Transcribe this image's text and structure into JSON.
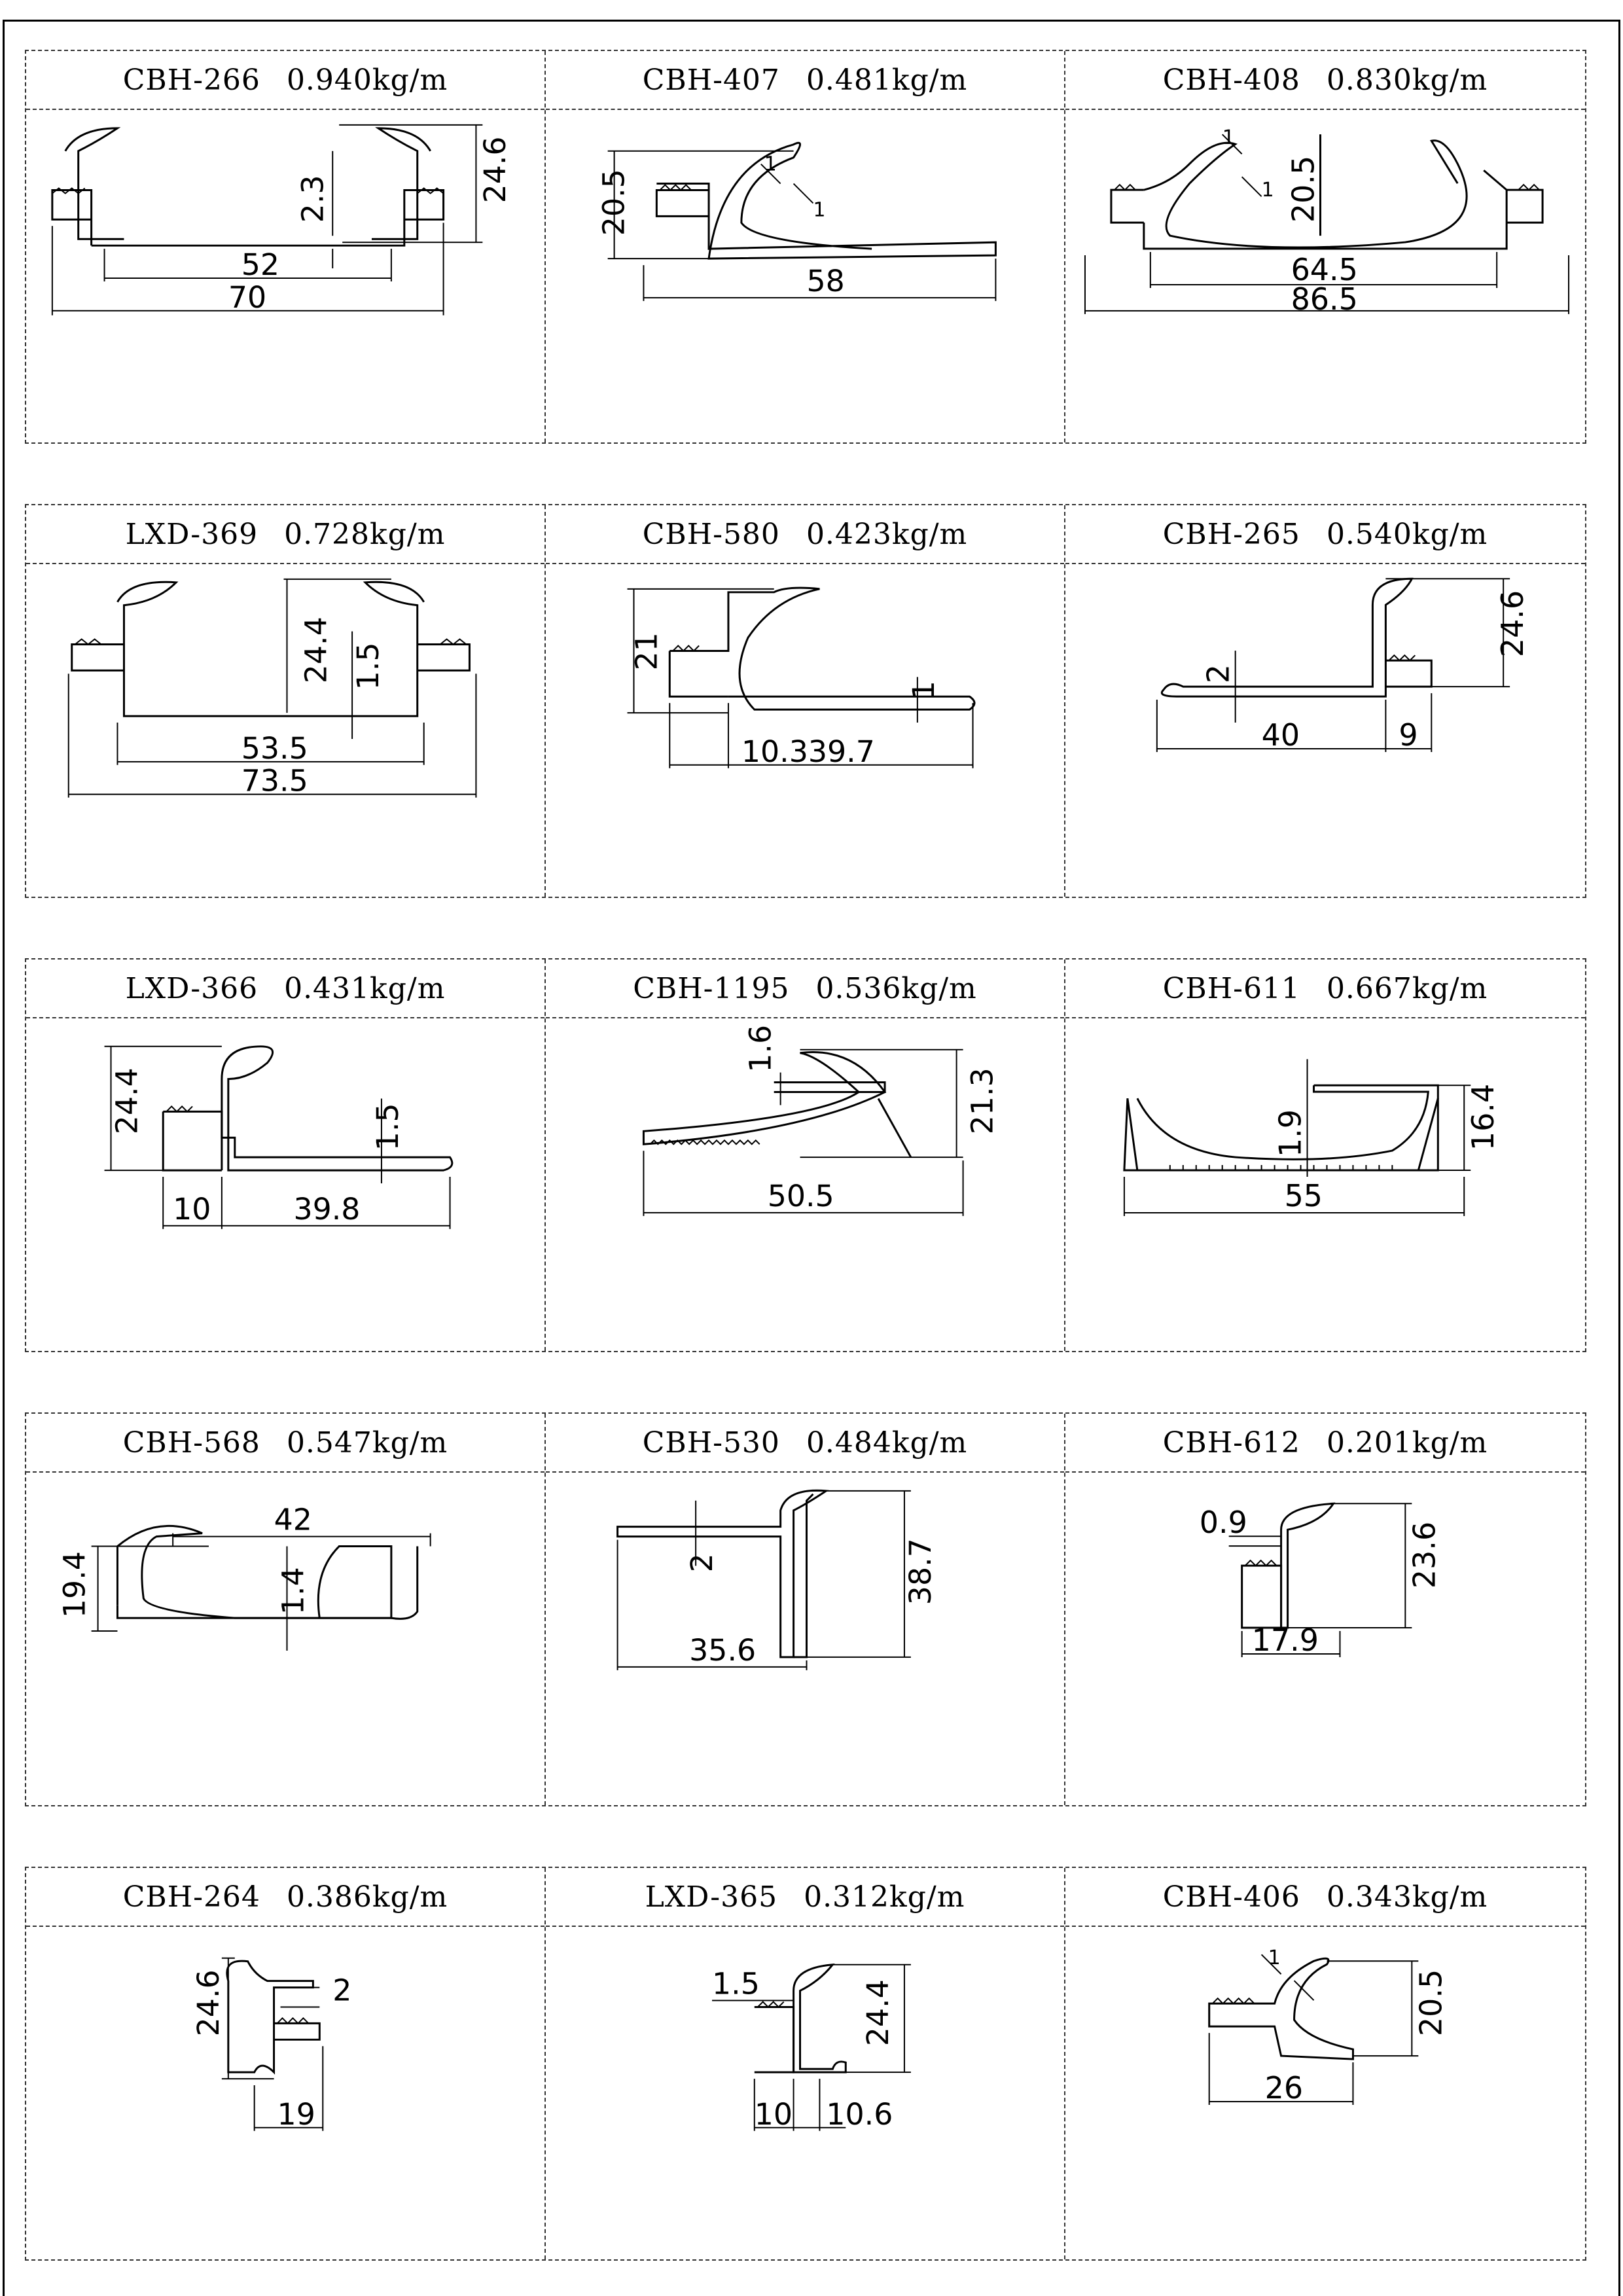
{
  "profiles": [
    {
      "code": "CBH-266",
      "weight": "0.940kg/m",
      "dims": [
        "52",
        "70",
        "2.3",
        "24.6"
      ]
    },
    {
      "code": "CBH-407",
      "weight": "0.481kg/m",
      "dims": [
        "20.5",
        "58",
        "1",
        "1"
      ]
    },
    {
      "code": "CBH-408",
      "weight": "0.830kg/m",
      "dims": [
        "20.5",
        "64.5",
        "86.5",
        "1",
        "1"
      ]
    },
    {
      "code": "LXD-369",
      "weight": "0.728kg/m",
      "dims": [
        "24.4",
        "1.5",
        "53.5",
        "73.5"
      ]
    },
    {
      "code": "CBH-580",
      "weight": "0.423kg/m",
      "dims": [
        "21",
        "1",
        "10.339.7"
      ]
    },
    {
      "code": "CBH-265",
      "weight": "0.540kg/m",
      "dims": [
        "2",
        "24.6",
        "40",
        "9"
      ]
    },
    {
      "code": "LXD-366",
      "weight": "0.431kg/m",
      "dims": [
        "24.4",
        "1.5",
        "10",
        "39.8"
      ]
    },
    {
      "code": "CBH-1195",
      "weight": "0.536kg/m",
      "dims": [
        "1.6",
        "21.3",
        "50.5"
      ]
    },
    {
      "code": "CBH-611",
      "weight": "0.667kg/m",
      "dims": [
        "1.9",
        "16.4",
        "55"
      ]
    },
    {
      "code": "CBH-568",
      "weight": "0.547kg/m",
      "dims": [
        "42",
        "19.4",
        "1.4"
      ]
    },
    {
      "code": "CBH-530",
      "weight": "0.484kg/m",
      "dims": [
        "2",
        "38.7",
        "35.6"
      ]
    },
    {
      "code": "CBH-612",
      "weight": "0.201kg/m",
      "dims": [
        "0.9",
        "23.6",
        "17.9"
      ]
    },
    {
      "code": "CBH-264",
      "weight": "0.386kg/m",
      "dims": [
        "24.6",
        "2",
        "19"
      ]
    },
    {
      "code": "LXD-365",
      "weight": "0.312kg/m",
      "dims": [
        "1.5",
        "24.4",
        "10",
        "10.6"
      ]
    },
    {
      "code": "CBH-406",
      "weight": "0.343kg/m",
      "dims": [
        "1",
        "20.5",
        "26"
      ]
    }
  ]
}
